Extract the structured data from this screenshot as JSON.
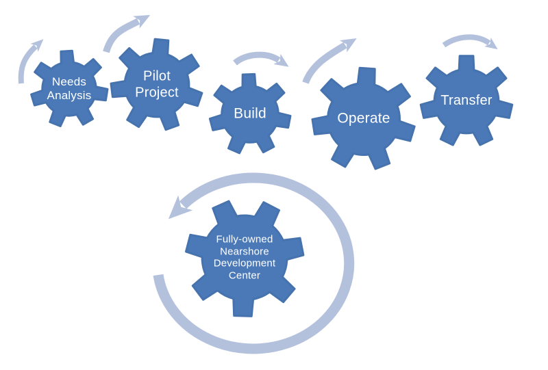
{
  "diagram": {
    "title": "Nearshore development center process gears",
    "background_color": "#ffffff",
    "gear_color": "#4b79b7",
    "gear_edge_color": "#4673ae",
    "arrow_color": "#b4c1dd",
    "label_color": "#ffffff",
    "stages": [
      {
        "label": "Needs Analysis"
      },
      {
        "label": "Pilot Project"
      },
      {
        "label": "Build"
      },
      {
        "label": "Operate"
      },
      {
        "label": "Transfer"
      },
      {
        "label": "Fully-owned Nearshore Development Center"
      }
    ],
    "arrows": [
      {
        "name": "curved-arrow-before-needs-analysis"
      },
      {
        "name": "curved-arrow-needs-analysis-to-pilot-project"
      },
      {
        "name": "curved-arrow-pilot-project-to-build"
      },
      {
        "name": "curved-arrow-build-to-operate"
      },
      {
        "name": "curved-arrow-operate-to-transfer"
      },
      {
        "name": "circular-arrow-around-center-gear"
      }
    ]
  }
}
